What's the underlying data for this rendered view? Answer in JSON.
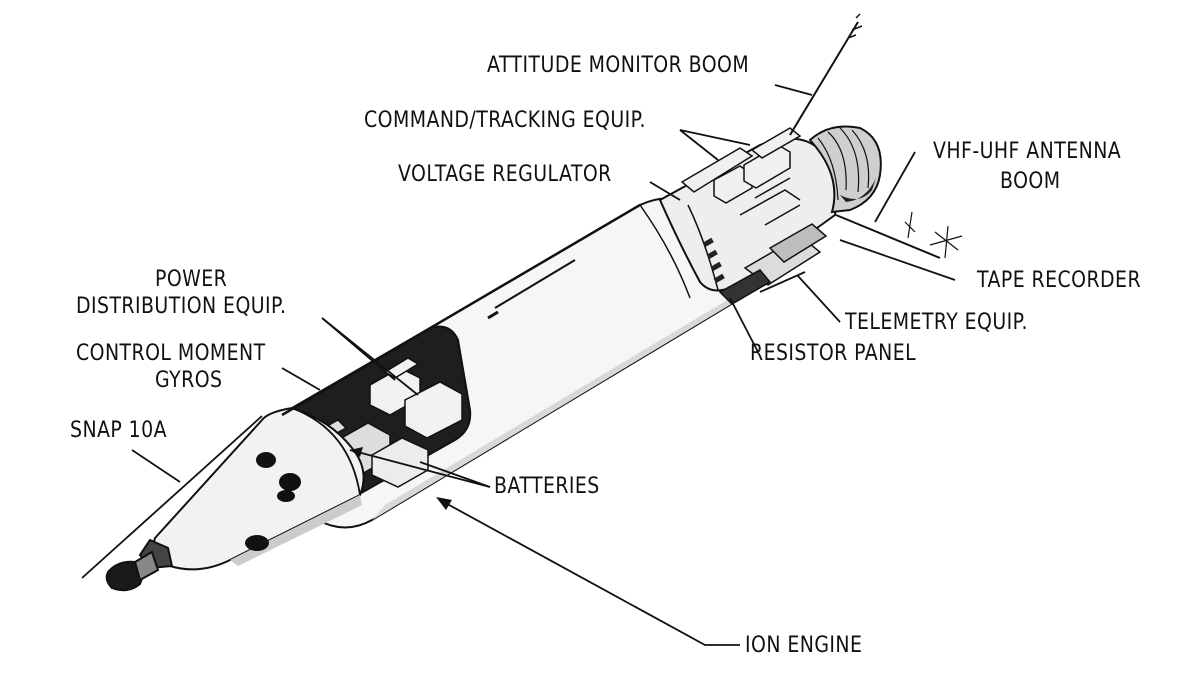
{
  "labels": {
    "attitude_monitor_boom": "ATTITUDE MONITOR BOOM",
    "command_tracking_equip": "COMMAND/TRACKING EQUIP.",
    "voltage_regulator": "VOLTAGE REGULATOR",
    "vhf_uhf_antenna_boom_line1": "VHF-UHF ANTENNA",
    "vhf_uhf_antenna_boom_line2": "BOOM",
    "tape_recorder": "TAPE RECORDER",
    "telemetry_equip": "TELEMETRY EQUIP.",
    "resistor_panel": "RESISTOR PANEL",
    "power_distribution_line1": "POWER",
    "power_distribution_line2": "DISTRIBUTION EQUIP.",
    "control_moment_gyros_line1": "CONTROL MOMENT",
    "control_moment_gyros_line2": "GYROS",
    "snap_10a": "SNAP 10A",
    "batteries": "BATTERIES",
    "ion_engine": "ION ENGINE"
  },
  "colors": {
    "ink": "#111111",
    "body_fill": "#f4f4f4",
    "shadow": "#cfcfcf",
    "dark": "#1a1a1a"
  }
}
